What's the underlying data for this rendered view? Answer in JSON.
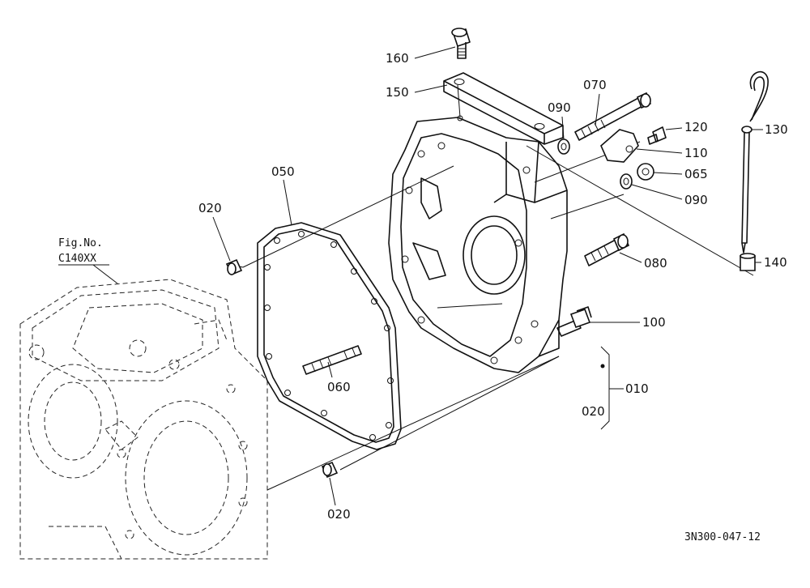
{
  "figure": {
    "fig_ref_line1": "Fig.No.",
    "fig_ref_line2": "C140XX",
    "drawing_code": "3N300-047-12"
  },
  "callouts": {
    "p160": "160",
    "p150": "150",
    "p070": "070",
    "p090_top": "090",
    "p120": "120",
    "p130": "130",
    "p110": "110",
    "p065": "065",
    "p090_mid": "090",
    "p050": "050",
    "p020_top": "020",
    "p080": "080",
    "p140": "140",
    "p100": "100",
    "p060": "060",
    "p010": "010",
    "p020_right": "020",
    "p020_bottom": "020"
  }
}
